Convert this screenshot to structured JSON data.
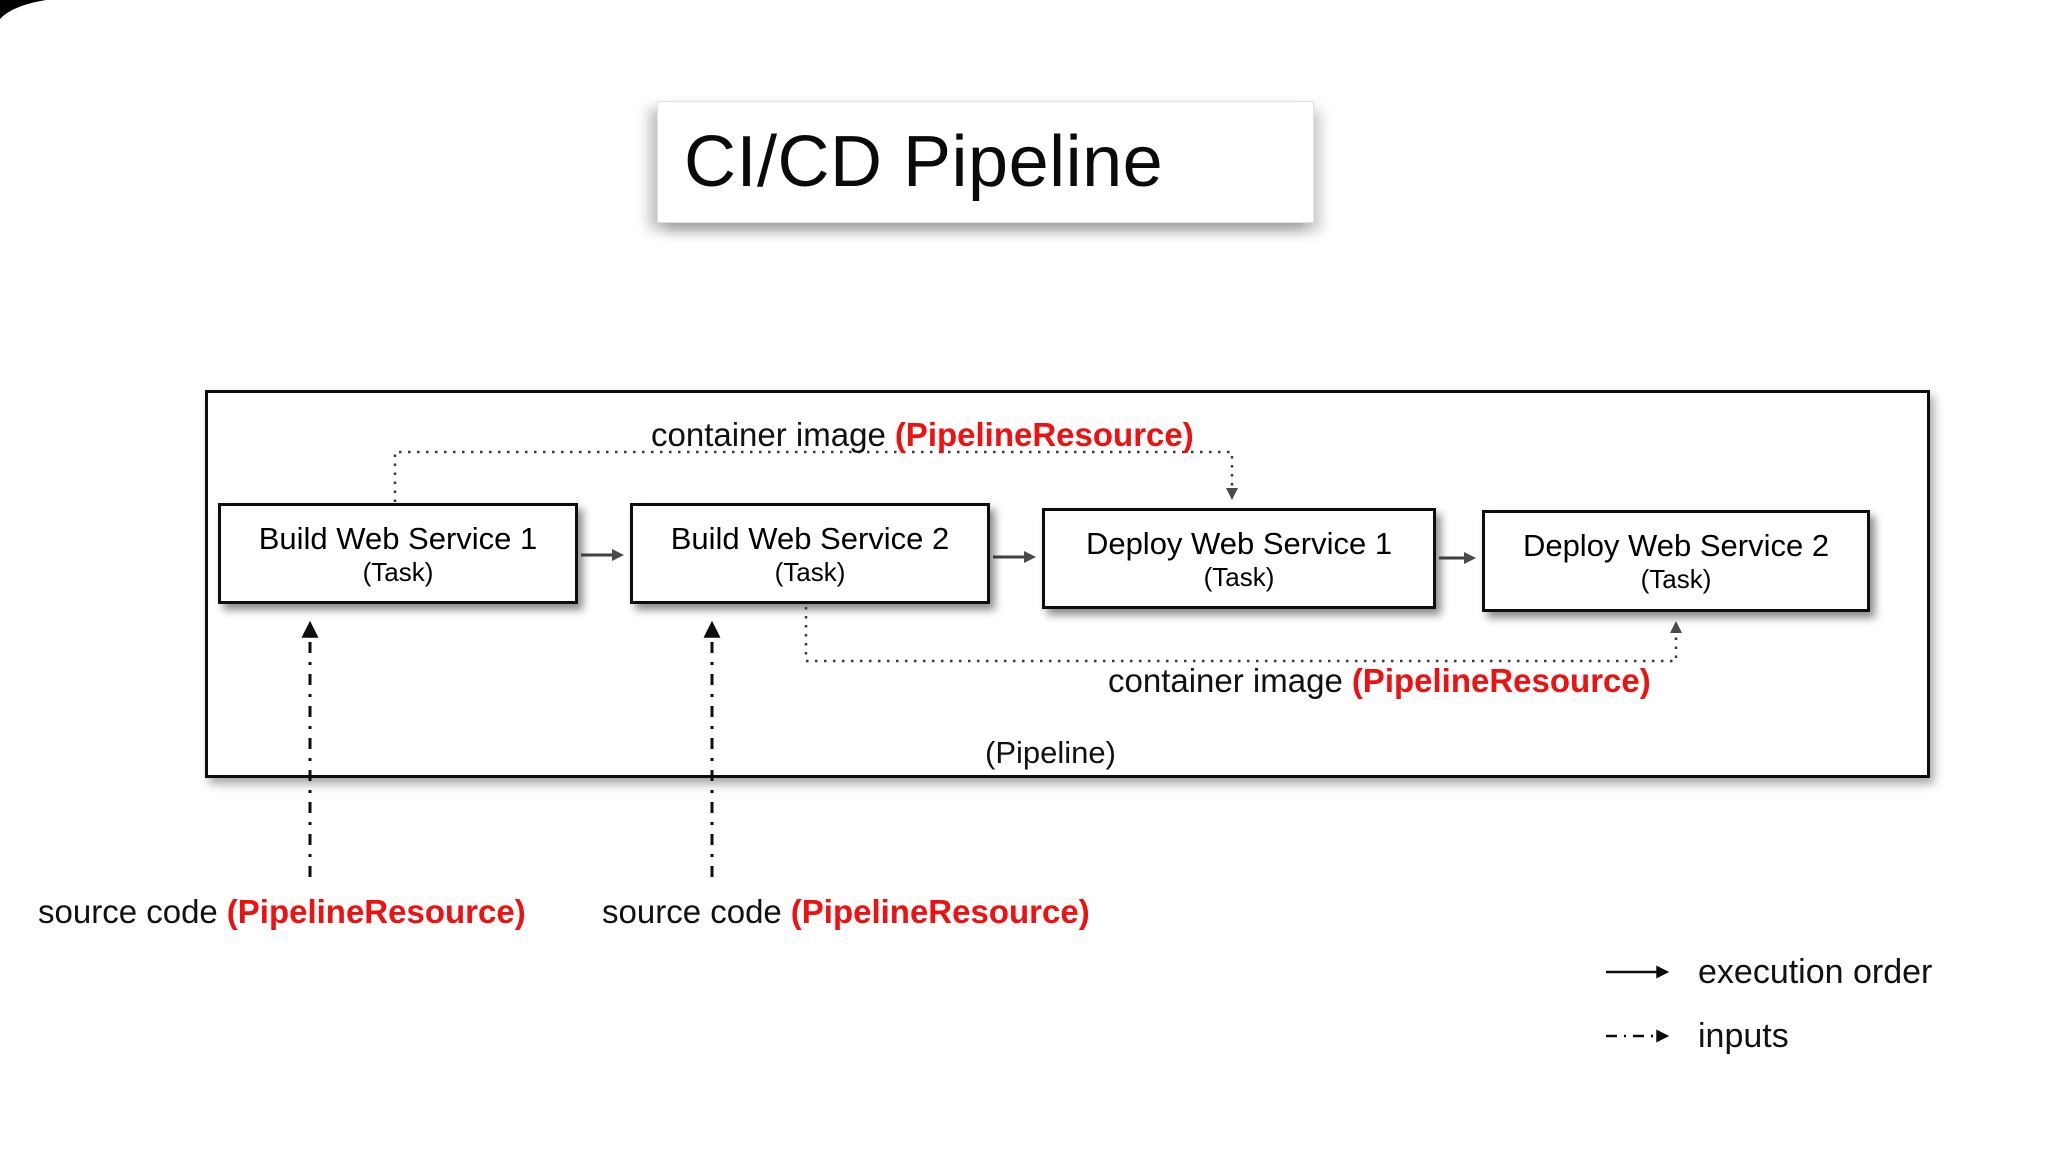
{
  "title": {
    "text": "CI/CD Pipeline"
  },
  "pipeline": {
    "label": "(Pipeline)",
    "tasks": [
      {
        "name": "Build Web Service 1",
        "type": "(Task)"
      },
      {
        "name": "Build Web Service 2",
        "type": "(Task)"
      },
      {
        "name": "Deploy Web Service 1",
        "type": "(Task)"
      },
      {
        "name": "Deploy Web Service 2",
        "type": "(Task)"
      }
    ]
  },
  "resources": {
    "container_image_top": {
      "label": "container image",
      "kind": "(PipelineResource)"
    },
    "container_image_bottom": {
      "label": "container image",
      "kind": "(PipelineResource)"
    },
    "source_code_left": {
      "label": "source code",
      "kind": "(PipelineResource)"
    },
    "source_code_right": {
      "label": "source code",
      "kind": "(PipelineResource)"
    }
  },
  "legend": {
    "execution_order": {
      "label": "execution order",
      "line_style": "solid-arrow"
    },
    "inputs": {
      "label": "inputs",
      "line_style": "dash-dot-arrow"
    }
  },
  "colors": {
    "resource_red": "#ee1111",
    "arrow_gray": "#3f3f3f",
    "line_black": "#111111"
  }
}
